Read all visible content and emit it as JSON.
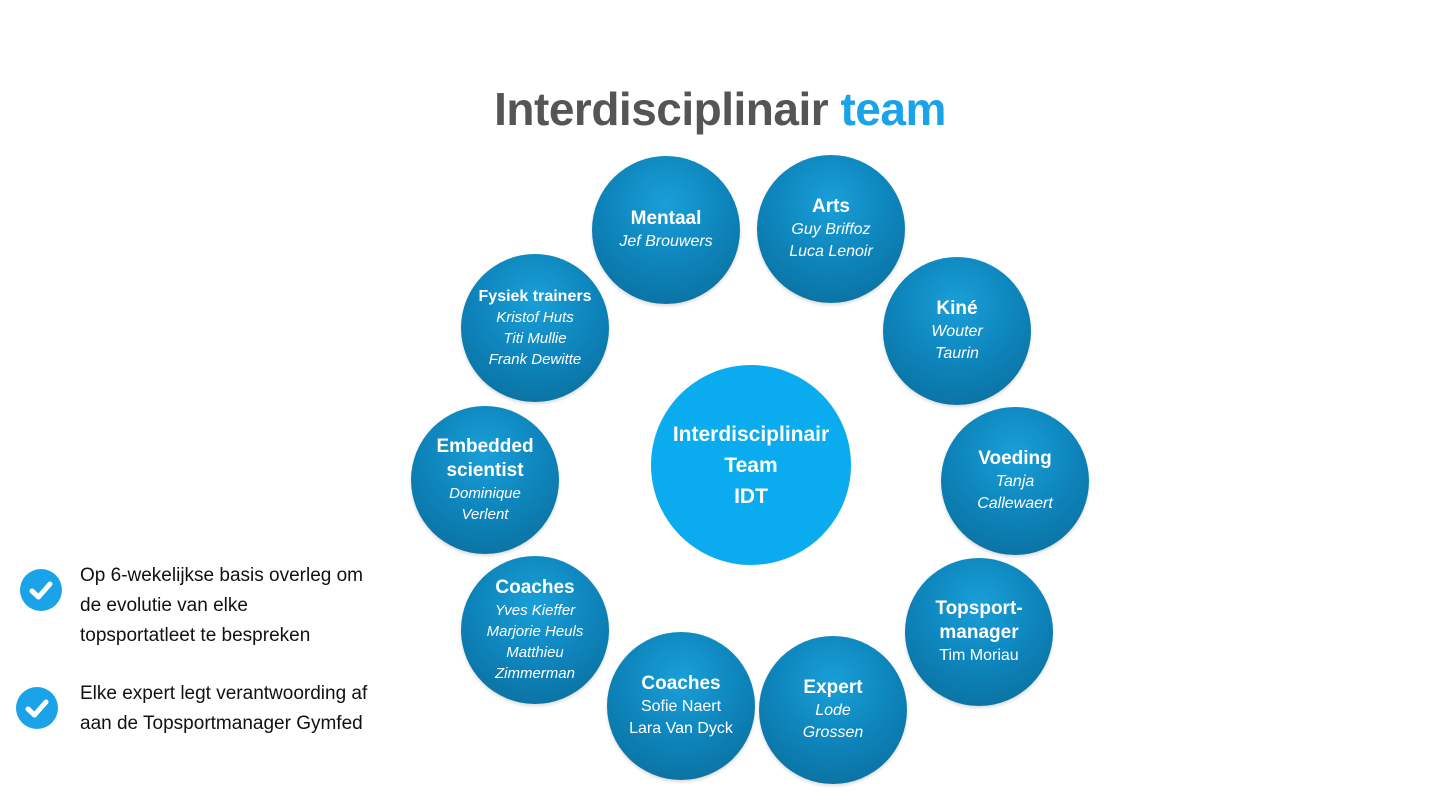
{
  "title": {
    "main": "Interdisciplinair",
    "accent": "team"
  },
  "center": {
    "line1": "Interdisciplinair",
    "line2": "Team",
    "line3": "IDT"
  },
  "nodes": [
    {
      "role": "Mentaal",
      "people": [
        "Jef Brouwers"
      ]
    },
    {
      "role": "Arts",
      "people": [
        "Guy Briffoz",
        "Luca Lenoir"
      ]
    },
    {
      "role": "Kiné",
      "people": [
        "Wouter",
        "Taurin"
      ]
    },
    {
      "role": "Voeding",
      "people": [
        "Tanja",
        "Callewaert"
      ]
    },
    {
      "role_lines": [
        "Topsport-",
        "manager"
      ],
      "people": [
        "Tim Moriau"
      ]
    },
    {
      "role": "Expert",
      "people": [
        "Lode",
        "Grossen"
      ]
    },
    {
      "role": "Coaches",
      "people": [
        "Sofie Naert",
        "Lara Van Dyck"
      ]
    },
    {
      "role": "Coaches",
      "people": [
        "Yves Kieffer",
        "Marjorie Heuls",
        "Matthieu",
        "Zimmerman"
      ]
    },
    {
      "role_lines": [
        "Embedded",
        "scientist"
      ],
      "people": [
        "Dominique",
        "Verlent"
      ]
    },
    {
      "role": "Fysiek trainers",
      "people": [
        "Kristof Huts",
        "Titi Mullie",
        "Frank Dewitte"
      ]
    }
  ],
  "bullets": [
    {
      "lines": [
        "Op 6-wekelijkse basis overleg om",
        "de evolutie van elke",
        "topsportatleet te bespreken"
      ],
      "icon": "check-circle-icon"
    },
    {
      "lines": [
        "Elke expert legt verantwoording af",
        "aan de Topsportmanager Gymfed"
      ],
      "icon": "check-circle-icon"
    }
  ],
  "colors": {
    "accent": "#1aa3e8",
    "title_gray": "#555555",
    "node_blue": "#0e86bd",
    "center_blue": "#0aacef"
  }
}
